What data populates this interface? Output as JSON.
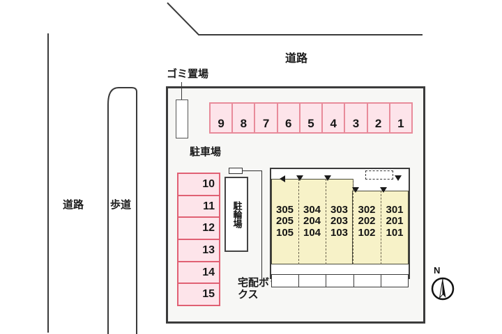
{
  "site": {
    "labels": {
      "road_top": "道路",
      "road_left": "道路",
      "sidewalk": "歩道",
      "trash_area": "ゴミ置場",
      "parking_area": "駐車場",
      "bicycle_parking": "駐輪場",
      "delivery_box": "宅配ボックス"
    },
    "compass": {
      "north": "N"
    }
  },
  "parking": {
    "top_row": [
      "9",
      "8",
      "7",
      "6",
      "5",
      "4",
      "3",
      "2",
      "1"
    ],
    "left_column": [
      "10",
      "11",
      "12",
      "13",
      "14",
      "15"
    ]
  },
  "building": {
    "columns": [
      {
        "floor3": "305",
        "floor2": "205",
        "floor1": "105"
      },
      {
        "floor3": "304",
        "floor2": "204",
        "floor1": "104"
      },
      {
        "floor3": "303",
        "floor2": "203",
        "floor1": "103"
      },
      {
        "floor3": "302",
        "floor2": "202",
        "floor1": "102"
      },
      {
        "floor3": "301",
        "floor2": "201",
        "floor1": "101"
      }
    ]
  },
  "colors": {
    "parking_fill": "#fde4ea",
    "parking_stroke": "#e06073",
    "building_fill": "#f7f2c8",
    "outline": "#3b3b3b",
    "site_fill": "#f7f7f5"
  }
}
